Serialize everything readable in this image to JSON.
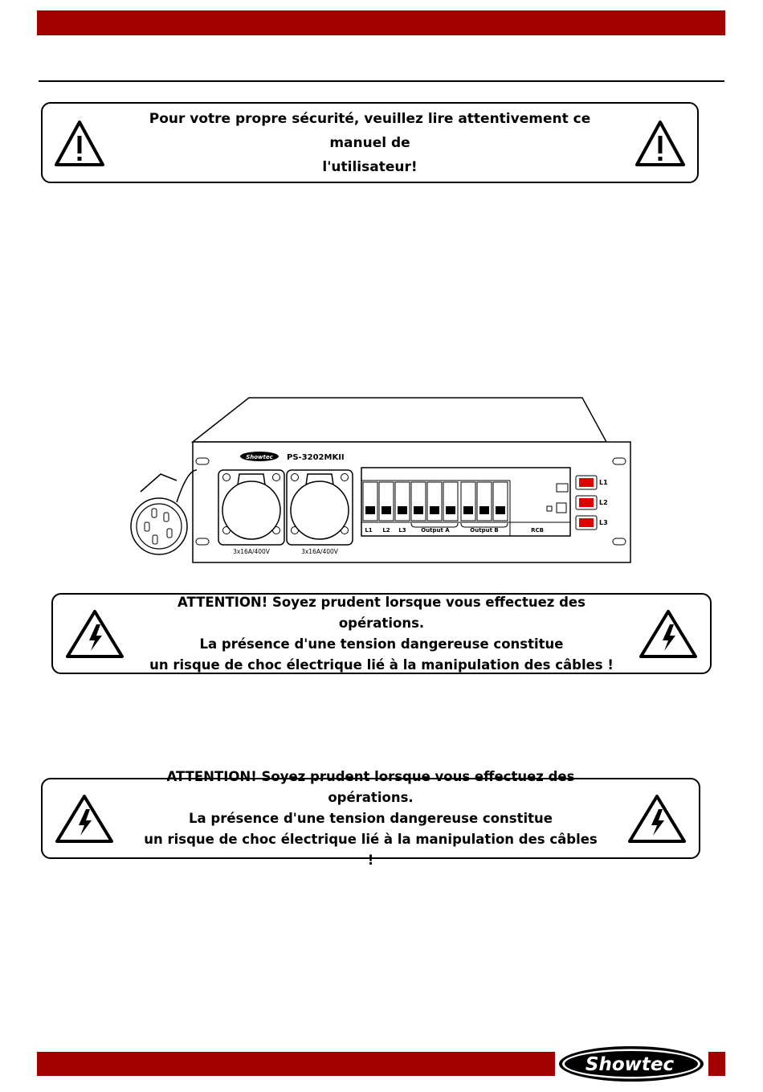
{
  "page": {
    "bar_color": "#a30000",
    "logo_text": "Showtec"
  },
  "warning_top": {
    "icon": "warning-triangle-icon",
    "line1": "Pour votre propre sécurité, veuillez lire attentivement ce manuel de",
    "line2": "l'utilisateur!"
  },
  "warning_middle": {
    "icon": "electric-shock-icon",
    "line1": "ATTENTION! Soyez prudent lorsque vous effectuez des opérations.",
    "line2": "La présence d'une tension dangereuse constitue",
    "line3": "un risque de choc électrique lié à la manipulation des câbles !"
  },
  "warning_bottom": {
    "icon": "electric-shock-icon",
    "line1": "ATTENTION! Soyez prudent lorsque vous effectuez des opérations.",
    "line2": "La présence d'une tension dangereuse constitue",
    "line3": "un risque de choc électrique lié à la manipulation des câbles !"
  },
  "device": {
    "brand": "Showtec",
    "model": "PS-3202MKII",
    "socket1_label": "3x16A/400V",
    "socket2_label": "3x16A/400V",
    "breaker_labels": [
      "L1",
      "L2",
      "L3",
      "Output A",
      "Output B",
      "RCB"
    ],
    "indicators": [
      "L1",
      "L2",
      "L3"
    ],
    "indicator_color": "#e00000"
  }
}
